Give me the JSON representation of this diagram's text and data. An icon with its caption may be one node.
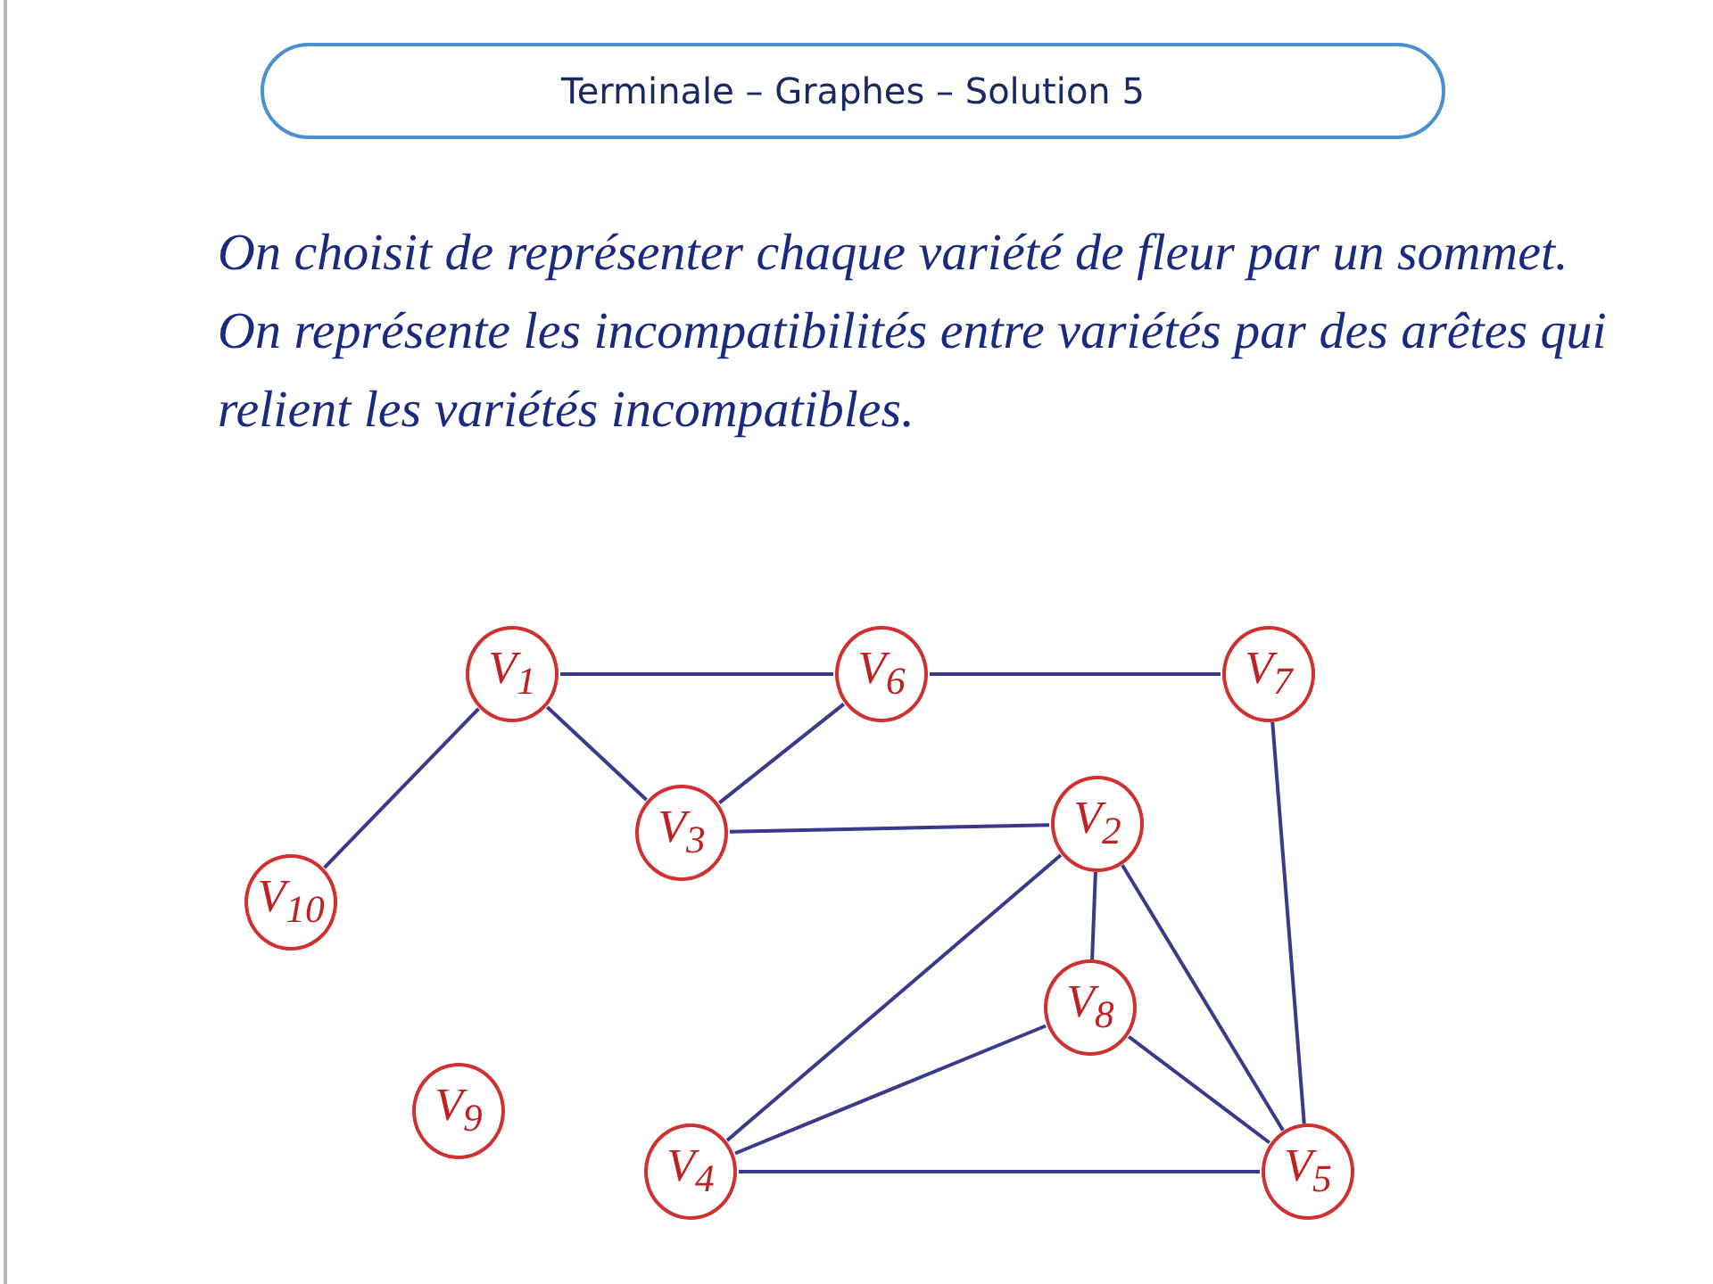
{
  "diagram": {
    "title": "Terminale – Graphes – Solution 5",
    "nodes": [
      {
        "text": [
          "V$_{1}$"
        ]
      },
      {
        "text": [
          "V$_{6}$"
        ]
      },
      {
        "text": [
          "V$_{7}$"
        ]
      },
      {
        "text": [
          "V$_{3}$"
        ]
      },
      {
        "text": [
          "V$_{2}$"
        ]
      },
      {
        "text": [
          "V$_{10}$"
        ]
      },
      {
        "text": [
          "V$_{8}$"
        ]
      },
      {
        "text": [
          "V$_{9}$"
        ]
      },
      {
        "text": [
          "V$_{4}$"
        ]
      },
      {
        "text": [
          "V$_{5}$"
        ]
      }
    ],
    "edges": [
      {
        "from": 0,
        "to": 1,
        "arrow": "none"
      },
      {
        "from": 1,
        "to": 2,
        "arrow": "none"
      },
      {
        "from": 0,
        "to": 5,
        "arrow": "none"
      },
      {
        "from": 0,
        "to": 3,
        "arrow": "none"
      },
      {
        "from": 1,
        "to": 3,
        "arrow": "none"
      },
      {
        "from": 3,
        "to": 4,
        "arrow": "none"
      },
      {
        "from": 2,
        "to": 9,
        "arrow": "none"
      },
      {
        "from": 4,
        "to": 6,
        "arrow": "none"
      },
      {
        "from": 4,
        "to": 8,
        "arrow": "none"
      },
      {
        "from": 4,
        "to": 9,
        "arrow": "none"
      },
      {
        "from": 6,
        "to": 8,
        "arrow": "none"
      },
      {
        "from": 6,
        "to": 9,
        "arrow": "none"
      },
      {
        "from": 8,
        "to": 9,
        "arrow": "none"
      }
    ],
    "labels": [
      "On choisit de représenter chaque variété de fleur par un sommet. On représente les incompatibilités entre variétés par des arêtes qui relient les variétés incompatibles."
    ]
  }
}
